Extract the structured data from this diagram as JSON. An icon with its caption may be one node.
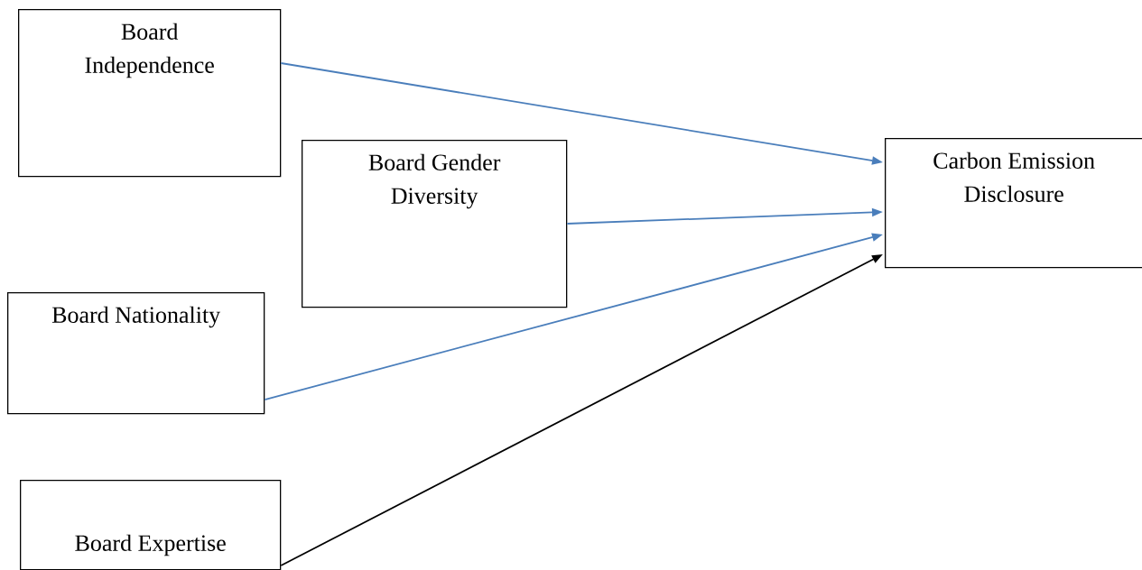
{
  "diagram": {
    "nodes": [
      {
        "text": [
          "Board Independence"
        ]
      },
      {
        "text": [
          "Board Gender Diversity"
        ]
      },
      {
        "text": [
          "Board Nationality"
        ]
      },
      {
        "text": [
          "Board Expertise"
        ]
      },
      {
        "text": [
          "Carbon Emission Disclosure"
        ]
      }
    ],
    "edges": [
      {
        "from": 0,
        "to": 4,
        "arrow": "to"
      },
      {
        "from": 1,
        "to": 4,
        "arrow": "to"
      },
      {
        "from": 2,
        "to": 4,
        "arrow": "to"
      },
      {
        "from": 3,
        "to": 4,
        "arrow": "to",
        "color": "#000000"
      }
    ]
  }
}
